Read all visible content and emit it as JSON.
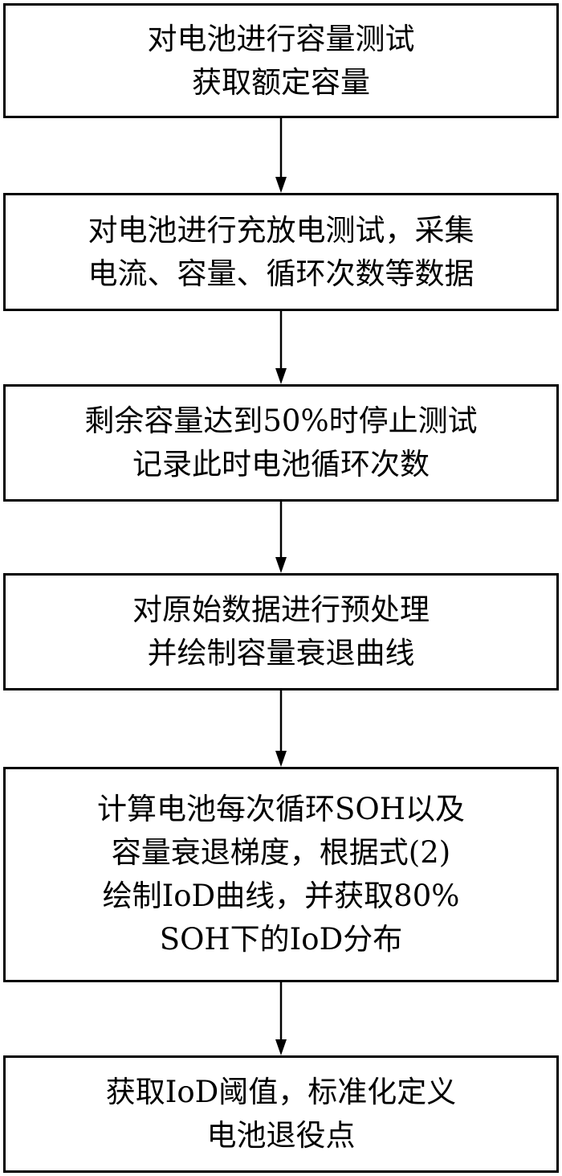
{
  "flowchart": {
    "steps": [
      {
        "lines": [
          "对电池进行容量测试",
          "获取额定容量"
        ]
      },
      {
        "lines": [
          "对电池进行充放电测试，采集",
          "电流、容量、循环次数等数据"
        ]
      },
      {
        "lines": [
          "剩余容量达到50%时停止测试",
          "记录此时电池循环次数"
        ]
      },
      {
        "lines": [
          "对原始数据进行预处理",
          "并绘制容量衰退曲线"
        ]
      },
      {
        "lines": [
          "计算电池每次循环SOH以及",
          "容量衰退梯度，根据式(2)",
          "绘制IoD曲线，并获取80%",
          "SOH下的IoD分布"
        ]
      },
      {
        "lines": [
          "获取IoD阈值，标准化定义",
          "电池退役点"
        ]
      }
    ],
    "colors": {
      "stroke": "#000000",
      "background": "#ffffff",
      "text": "#000000"
    }
  }
}
